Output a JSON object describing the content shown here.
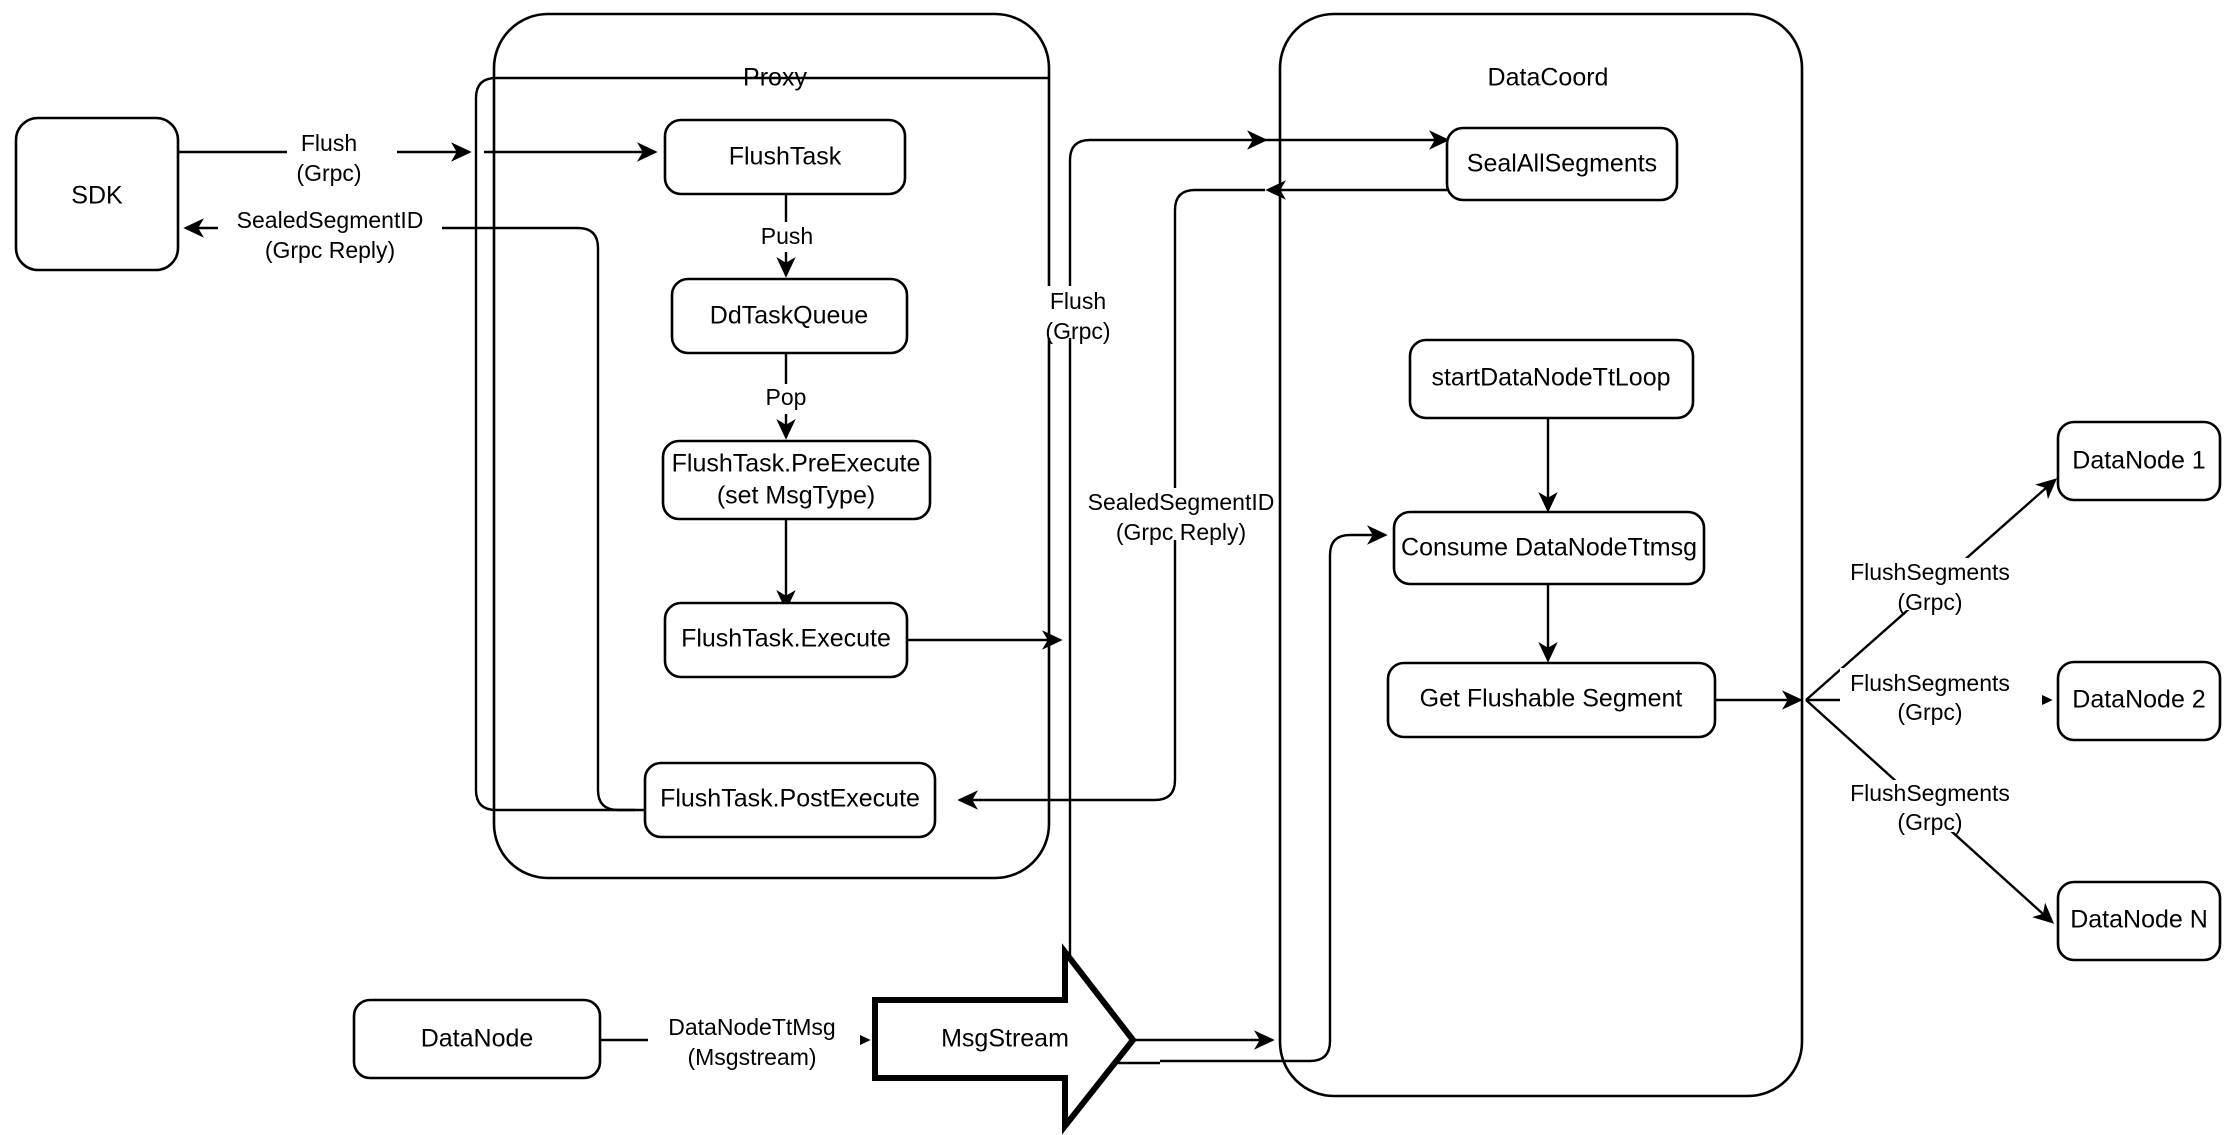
{
  "diagram": {
    "title": "Milvus Flush Flow",
    "type": "flowchart",
    "background_color": "#ffffff",
    "stroke_color": "#000000",
    "containers": [
      {
        "id": "proxy",
        "label": "Proxy"
      },
      {
        "id": "datacoord",
        "label": "DataCoord"
      }
    ],
    "nodes": [
      {
        "id": "sdk",
        "label": "SDK"
      },
      {
        "id": "flushtask",
        "label": "FlushTask"
      },
      {
        "id": "ddtaskqueue",
        "label": "DdTaskQueue"
      },
      {
        "id": "preexecute_line1",
        "label": "FlushTask.PreExecute"
      },
      {
        "id": "preexecute_line2",
        "label": "(set MsgType)"
      },
      {
        "id": "execute",
        "label": "FlushTask.Execute"
      },
      {
        "id": "postexecute",
        "label": "FlushTask.PostExecute"
      },
      {
        "id": "sealallsegments",
        "label": "SealAllSegments"
      },
      {
        "id": "startdatanodettloop",
        "label": "startDataNodeTtLoop"
      },
      {
        "id": "consumedatanodettmsg",
        "label": "Consume DataNodeTtmsg"
      },
      {
        "id": "getflushablesegment",
        "label": "Get Flushable Segment"
      },
      {
        "id": "datanode_bottom",
        "label": "DataNode"
      },
      {
        "id": "msgstream",
        "label": "MsgStream"
      },
      {
        "id": "datanode1",
        "label": "DataNode 1"
      },
      {
        "id": "datanode2",
        "label": "DataNode 2"
      },
      {
        "id": "datanoden",
        "label": "DataNode N"
      }
    ],
    "edge_labels": [
      {
        "id": "sdk_to_proxy_l1",
        "label": "Flush"
      },
      {
        "id": "sdk_to_proxy_l2",
        "label": "(Grpc)"
      },
      {
        "id": "proxy_to_sdk_l1",
        "label": "SealedSegmentID"
      },
      {
        "id": "proxy_to_sdk_l2",
        "label": "(Grpc Reply)"
      },
      {
        "id": "push",
        "label": "Push"
      },
      {
        "id": "pop",
        "label": "Pop"
      },
      {
        "id": "proxy_to_dc_l1",
        "label": "Flush"
      },
      {
        "id": "proxy_to_dc_l2",
        "label": "(Grpc)"
      },
      {
        "id": "dc_to_proxy_l1",
        "label": "SealedSegmentID"
      },
      {
        "id": "dc_to_proxy_l2",
        "label": "(Grpc Reply)"
      },
      {
        "id": "ttmsg_l1",
        "label": "DataNodeTtMsg"
      },
      {
        "id": "ttmsg_l2",
        "label": "(Msgstream)"
      },
      {
        "id": "flushseg1_l1",
        "label": "FlushSegments"
      },
      {
        "id": "flushseg1_l2",
        "label": "(Grpc)"
      },
      {
        "id": "flushseg2_l1",
        "label": "FlushSegments"
      },
      {
        "id": "flushseg2_l2",
        "label": "(Grpc)"
      },
      {
        "id": "flushsegn_l1",
        "label": "FlushSegments"
      },
      {
        "id": "flushsegn_l2",
        "label": "(Grpc)"
      }
    ]
  }
}
